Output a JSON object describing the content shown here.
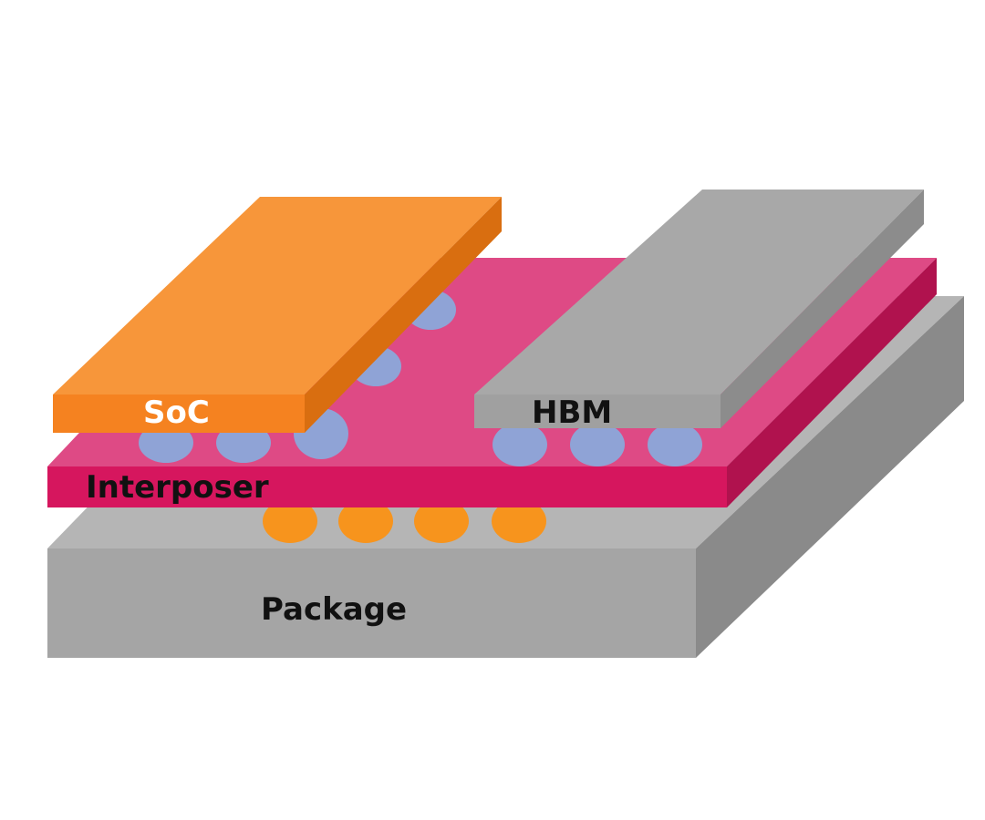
{
  "labels": {
    "soc": "SoC",
    "hbm": "HBM",
    "interposer": "Interposer",
    "package": "Package"
  },
  "colors": {
    "soc": "#F7963A",
    "hbm": "#A8A8A8",
    "interposer": "#D6165E",
    "package": "#A5A5A5",
    "microbump": "#8FA3D6",
    "c4_bump": "#F7941D"
  }
}
